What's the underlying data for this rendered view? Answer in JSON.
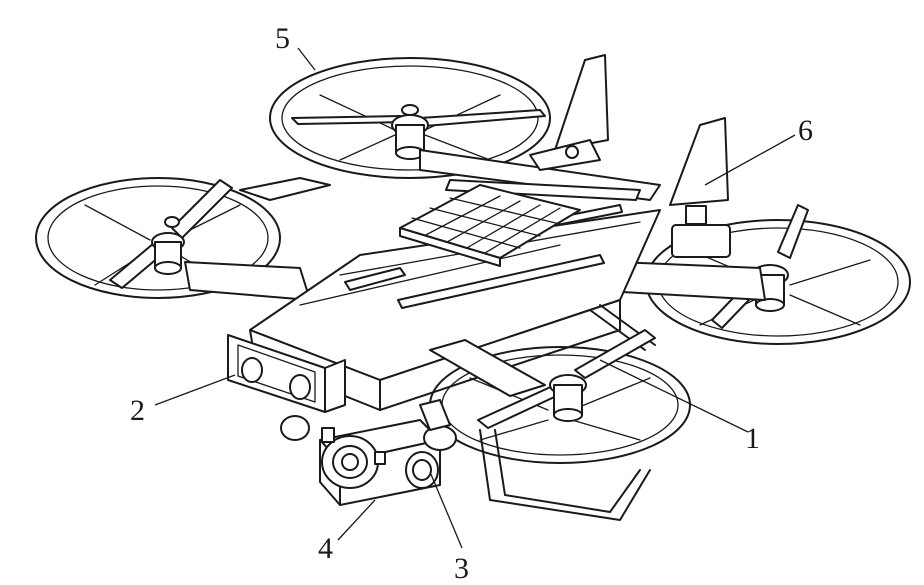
{
  "reference_numerals": {
    "n1": "1",
    "n2": "2",
    "n3": "3",
    "n4": "4",
    "n5": "5",
    "n6": "6"
  }
}
